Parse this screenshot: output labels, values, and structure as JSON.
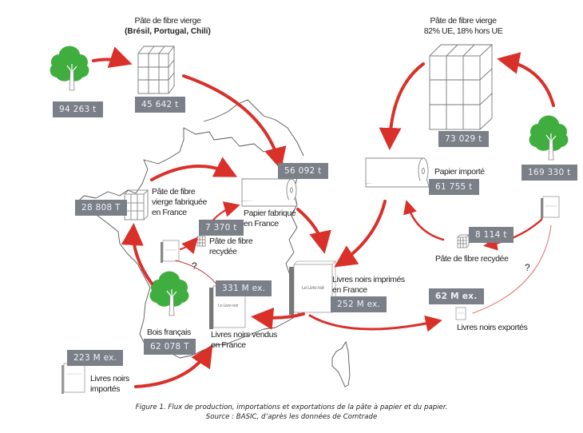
{
  "diagram": {
    "title": "Figure 1. Flux de production, importations et exportations de la pâte à papier et du papier.",
    "source": "Source : BASIC, d’après les données de Comtrade",
    "colors": {
      "arrow": "#d9302a",
      "value_box": "#7b7f87",
      "tree": "#3fae3f"
    },
    "nodes": {
      "tree_import": {
        "value": "94 263 t"
      },
      "pulp_import": {
        "label_line1": "Pâte de fibre vierge",
        "label_line2": "(Brésil, Portugal, Chili)",
        "value": "45 642 t"
      },
      "pulp_import_eu": {
        "label_line1": "Pâte de fibre vierge",
        "label_line2": "82% UE, 18% hors UE",
        "value": "73 029 t"
      },
      "tree_eu": {
        "value": "169 330 t"
      },
      "pulp_france": {
        "label_line1": "Pâte de fibre",
        "label_line2": "vierge fabriquée",
        "label_line3": "en France",
        "value": "28 808 T"
      },
      "paper_france": {
        "label_line1": "Papier fabriqué",
        "label_line2": "en France",
        "value": "56 092 t"
      },
      "paper_import": {
        "label": "Papier importé",
        "value": "61 755 t"
      },
      "recycled_france": {
        "label_line1": "Pâte de fibre",
        "label_line2": "recydée",
        "value": "7 370 t"
      },
      "recycled_import": {
        "label": "Pâte de fibre recydée",
        "value": "8 114 t"
      },
      "french_wood": {
        "label": "Bois français",
        "value": "62 078 T"
      },
      "books_printed": {
        "label_line1": "Livres noirs imprimés",
        "label_line2": "en France",
        "value": "252 M ex.",
        "cover_title": "Le Livre noir"
      },
      "books_sold": {
        "label_line1": "Livres noirs vendus",
        "label_line2": "en France",
        "value": "331 M ex.",
        "cover_title": "Le Livre noir"
      },
      "books_imported": {
        "label_line1": "Livres noirs",
        "label_line2": "importés",
        "value": "223 M ex."
      },
      "books_exported": {
        "label": "Livres noirs exportés",
        "value": "62 M ex."
      }
    },
    "unknown_mark": "?"
  }
}
